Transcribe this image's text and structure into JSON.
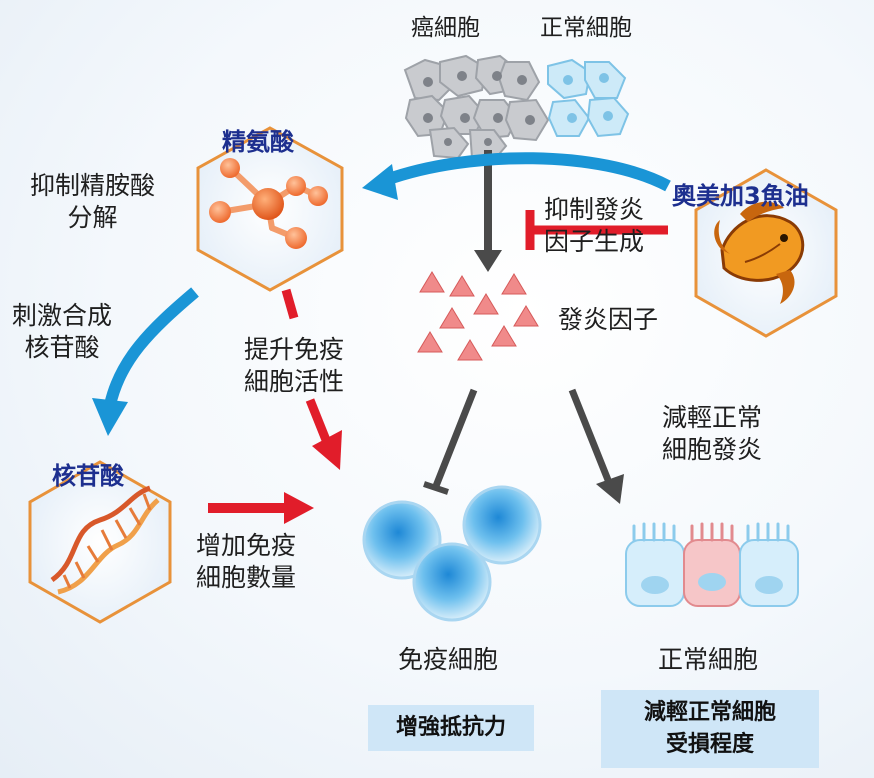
{
  "top_labels": {
    "cancer_cells": "癌細胞",
    "normal_cells": "正常細胞"
  },
  "nodes": {
    "arginine": "精氨酸",
    "nucleotide": "核苷酸",
    "omega3": "奧美加3魚油"
  },
  "annotations": {
    "inhibit_arginase": "抑制精胺酸\n分解",
    "stimulate_nucleotide": "刺激合成\n核苷酸",
    "boost_activity": "提升免疫\n細胞活性",
    "increase_count": "增加免疫\n細胞數量",
    "inhibit_inflammation": "抑制發炎\n因子生成",
    "inflammatory_factors": "發炎因子",
    "reduce_inflammation": "減輕正常\n細胞發炎",
    "immune_cells": "免疫細胞",
    "normal_cells_bottom": "正常細胞"
  },
  "result_boxes": {
    "enhance_resistance": "增強抵抗力",
    "reduce_damage": "減輕正常細胞\n受損程度"
  },
  "colors": {
    "blue_arrow": "#1a95d6",
    "red_arrow": "#e11d2a",
    "gray_arrow": "#4a4a4a",
    "hex_border": "#e8923a",
    "title_navy": "#1d2f8f",
    "result_box": "#cfe6f7"
  }
}
